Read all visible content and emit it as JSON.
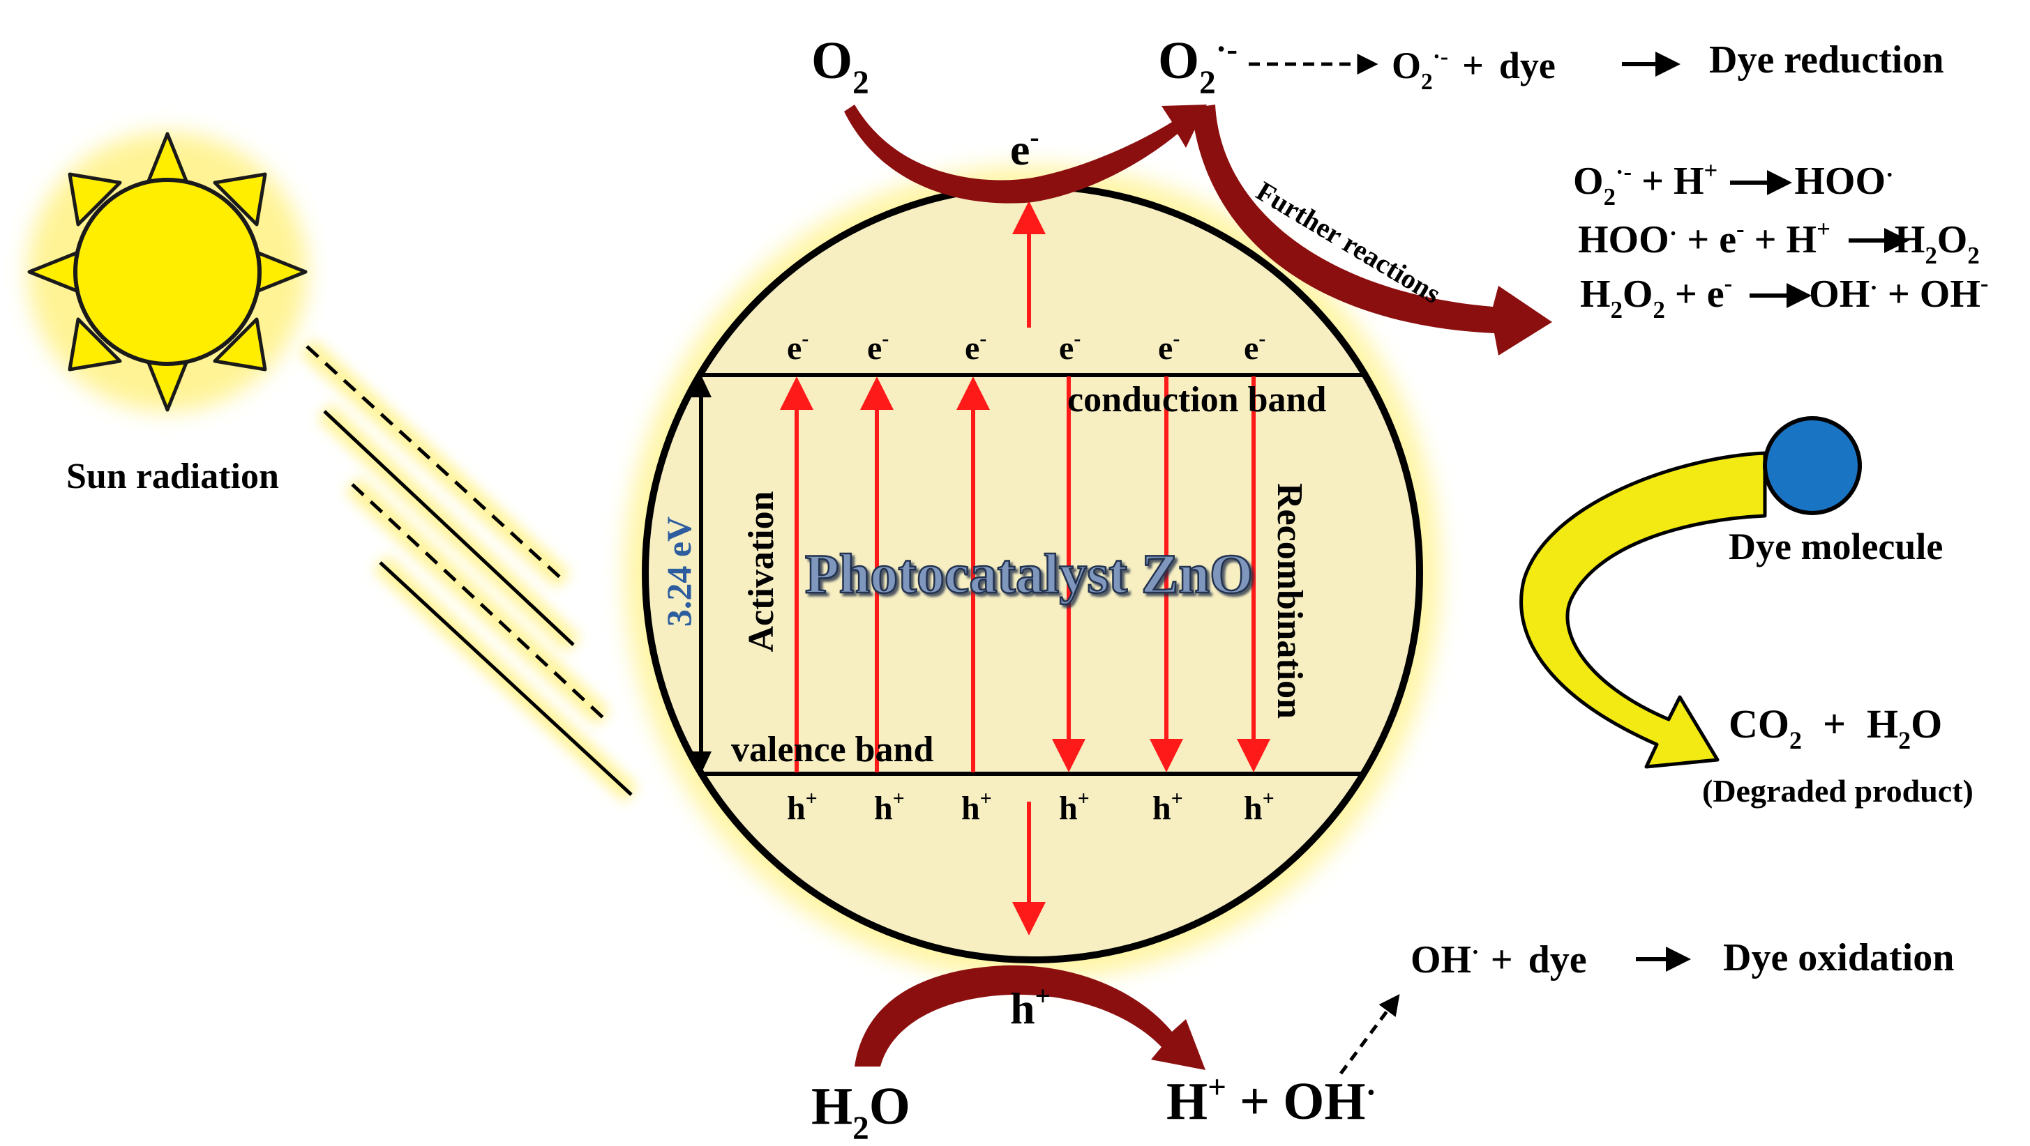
{
  "colors": {
    "sun": "#ffee00",
    "sun_stroke": "#1a1a1a",
    "glow": "#fff28a",
    "particle": "#f7efc2",
    "band_arrow": "#ff1a1a",
    "curved_arrow": "#8c0f0f",
    "yellow_arrow": "#f2ea12",
    "dye": "#1a74c4",
    "gap_label": "#2d5d9e",
    "title": "#8097bd"
  },
  "icons": {
    "sun": "sun-icon",
    "dye": "dye-molecule-icon"
  },
  "sun": {
    "label": "Sun radiation"
  },
  "particle": {
    "title": "Photocatalyst ZnO",
    "conduction_band": "conduction band",
    "valence_band": "valence band",
    "band_gap": "3.24 eV",
    "activation": "Activation",
    "recombination": "Recombination",
    "electron": {
      "base": "e",
      "sup": "-"
    },
    "hole": {
      "base": "h",
      "sup": "+"
    }
  },
  "top": {
    "o2": {
      "base": "O",
      "sub": "2"
    },
    "electron": {
      "base": "e",
      "sup": "-"
    },
    "superoxide": {
      "base": "O",
      "sub": "2",
      "sup": "·-"
    },
    "dye_eq_plus": "+",
    "dye_eq_dye": "dye",
    "dye_reduction": "Dye reduction",
    "further_reactions": "Further reactions"
  },
  "reactions": {
    "r1": {
      "o2": "O",
      "o2_sub": "2",
      "o2_sup": "·-",
      "plus": " + H",
      "h_sup": "+",
      "product": "HOO",
      "product_sup": "·"
    },
    "r2": {
      "hoo": "HOO",
      "hoo_sup": "·",
      "mid": " + e",
      "e_sup": "-",
      "mid2": " + H",
      "h_sup": "+",
      "product": "H",
      "product_sub": "2",
      "product_tail": "O",
      "product_tail_sub": "2"
    },
    "r3": {
      "h2o2": "H",
      "h2o2_sub": "2",
      "h2o2_mid": "O",
      "h2o2_sub2": "2",
      "mid": " + e",
      "e_sup": "-",
      "p1": "OH",
      "p1_sup": "·",
      "plus": " + OH",
      "p2_sup": "-"
    }
  },
  "right": {
    "dye_molecule": "Dye molecule",
    "co2": "CO",
    "co2_sub": "2",
    "plus": "+",
    "h2o": "H",
    "h2o_sub": "2",
    "h2o_tail": "O",
    "degraded": "(Degraded product)"
  },
  "bottom": {
    "hole": {
      "base": "h",
      "sup": "+"
    },
    "water": {
      "base": "H",
      "sub": "2",
      "tail": "O"
    },
    "products": {
      "h": "H",
      "h_sup": "+",
      "mid": " + OH",
      "oh_sup": "·"
    },
    "oxidation_eq": {
      "oh": "OH",
      "oh_sup": "·",
      "plus": "+",
      "dye": "dye"
    },
    "dye_oxidation": "Dye oxidation"
  }
}
